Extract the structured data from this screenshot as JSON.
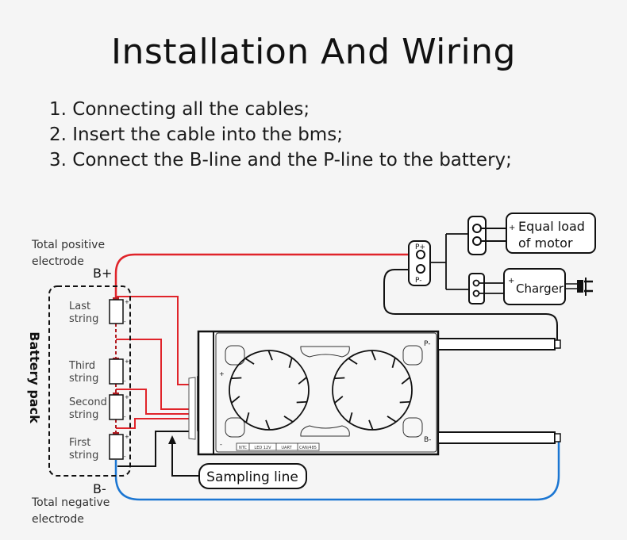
{
  "title": "Installation And Wiring",
  "steps": [
    "1. Connecting all the cables;",
    "2. Insert the cable into the bms;",
    "3. Connect the B-line and the P-line to the battery;"
  ],
  "diagram": {
    "total_positive_line1": "Total positive",
    "total_positive_line2": "electrode",
    "b_plus": "B+",
    "b_minus": "B-",
    "total_negative_line1": "Total negative",
    "total_negative_line2": "electrode",
    "battery_pack": "Battery pack",
    "cells": [
      {
        "line1": "Last",
        "line2": "string"
      },
      {
        "line1": "Third",
        "line2": "string"
      },
      {
        "line1": "Second",
        "line2": "string"
      },
      {
        "line1": "First",
        "line2": "string"
      }
    ],
    "sampling_line": "Sampling line",
    "bms": {
      "p_minus": "P-",
      "b_minus": "B-",
      "plus": "+",
      "minus": "-",
      "ports": [
        "NTC",
        "LED 12V",
        "UART",
        "CAN/485"
      ]
    },
    "p_terminal": {
      "p_plus": "P+",
      "p_minus": "P-"
    },
    "load_line1": "Equal load",
    "load_line2": "of motor",
    "charger": "Charger",
    "plus_sign": "+",
    "minus_sign": "-"
  },
  "colors": {
    "positive_wire": "#e0242a",
    "negative_wire": "#1b76d2",
    "line": "#111111"
  }
}
